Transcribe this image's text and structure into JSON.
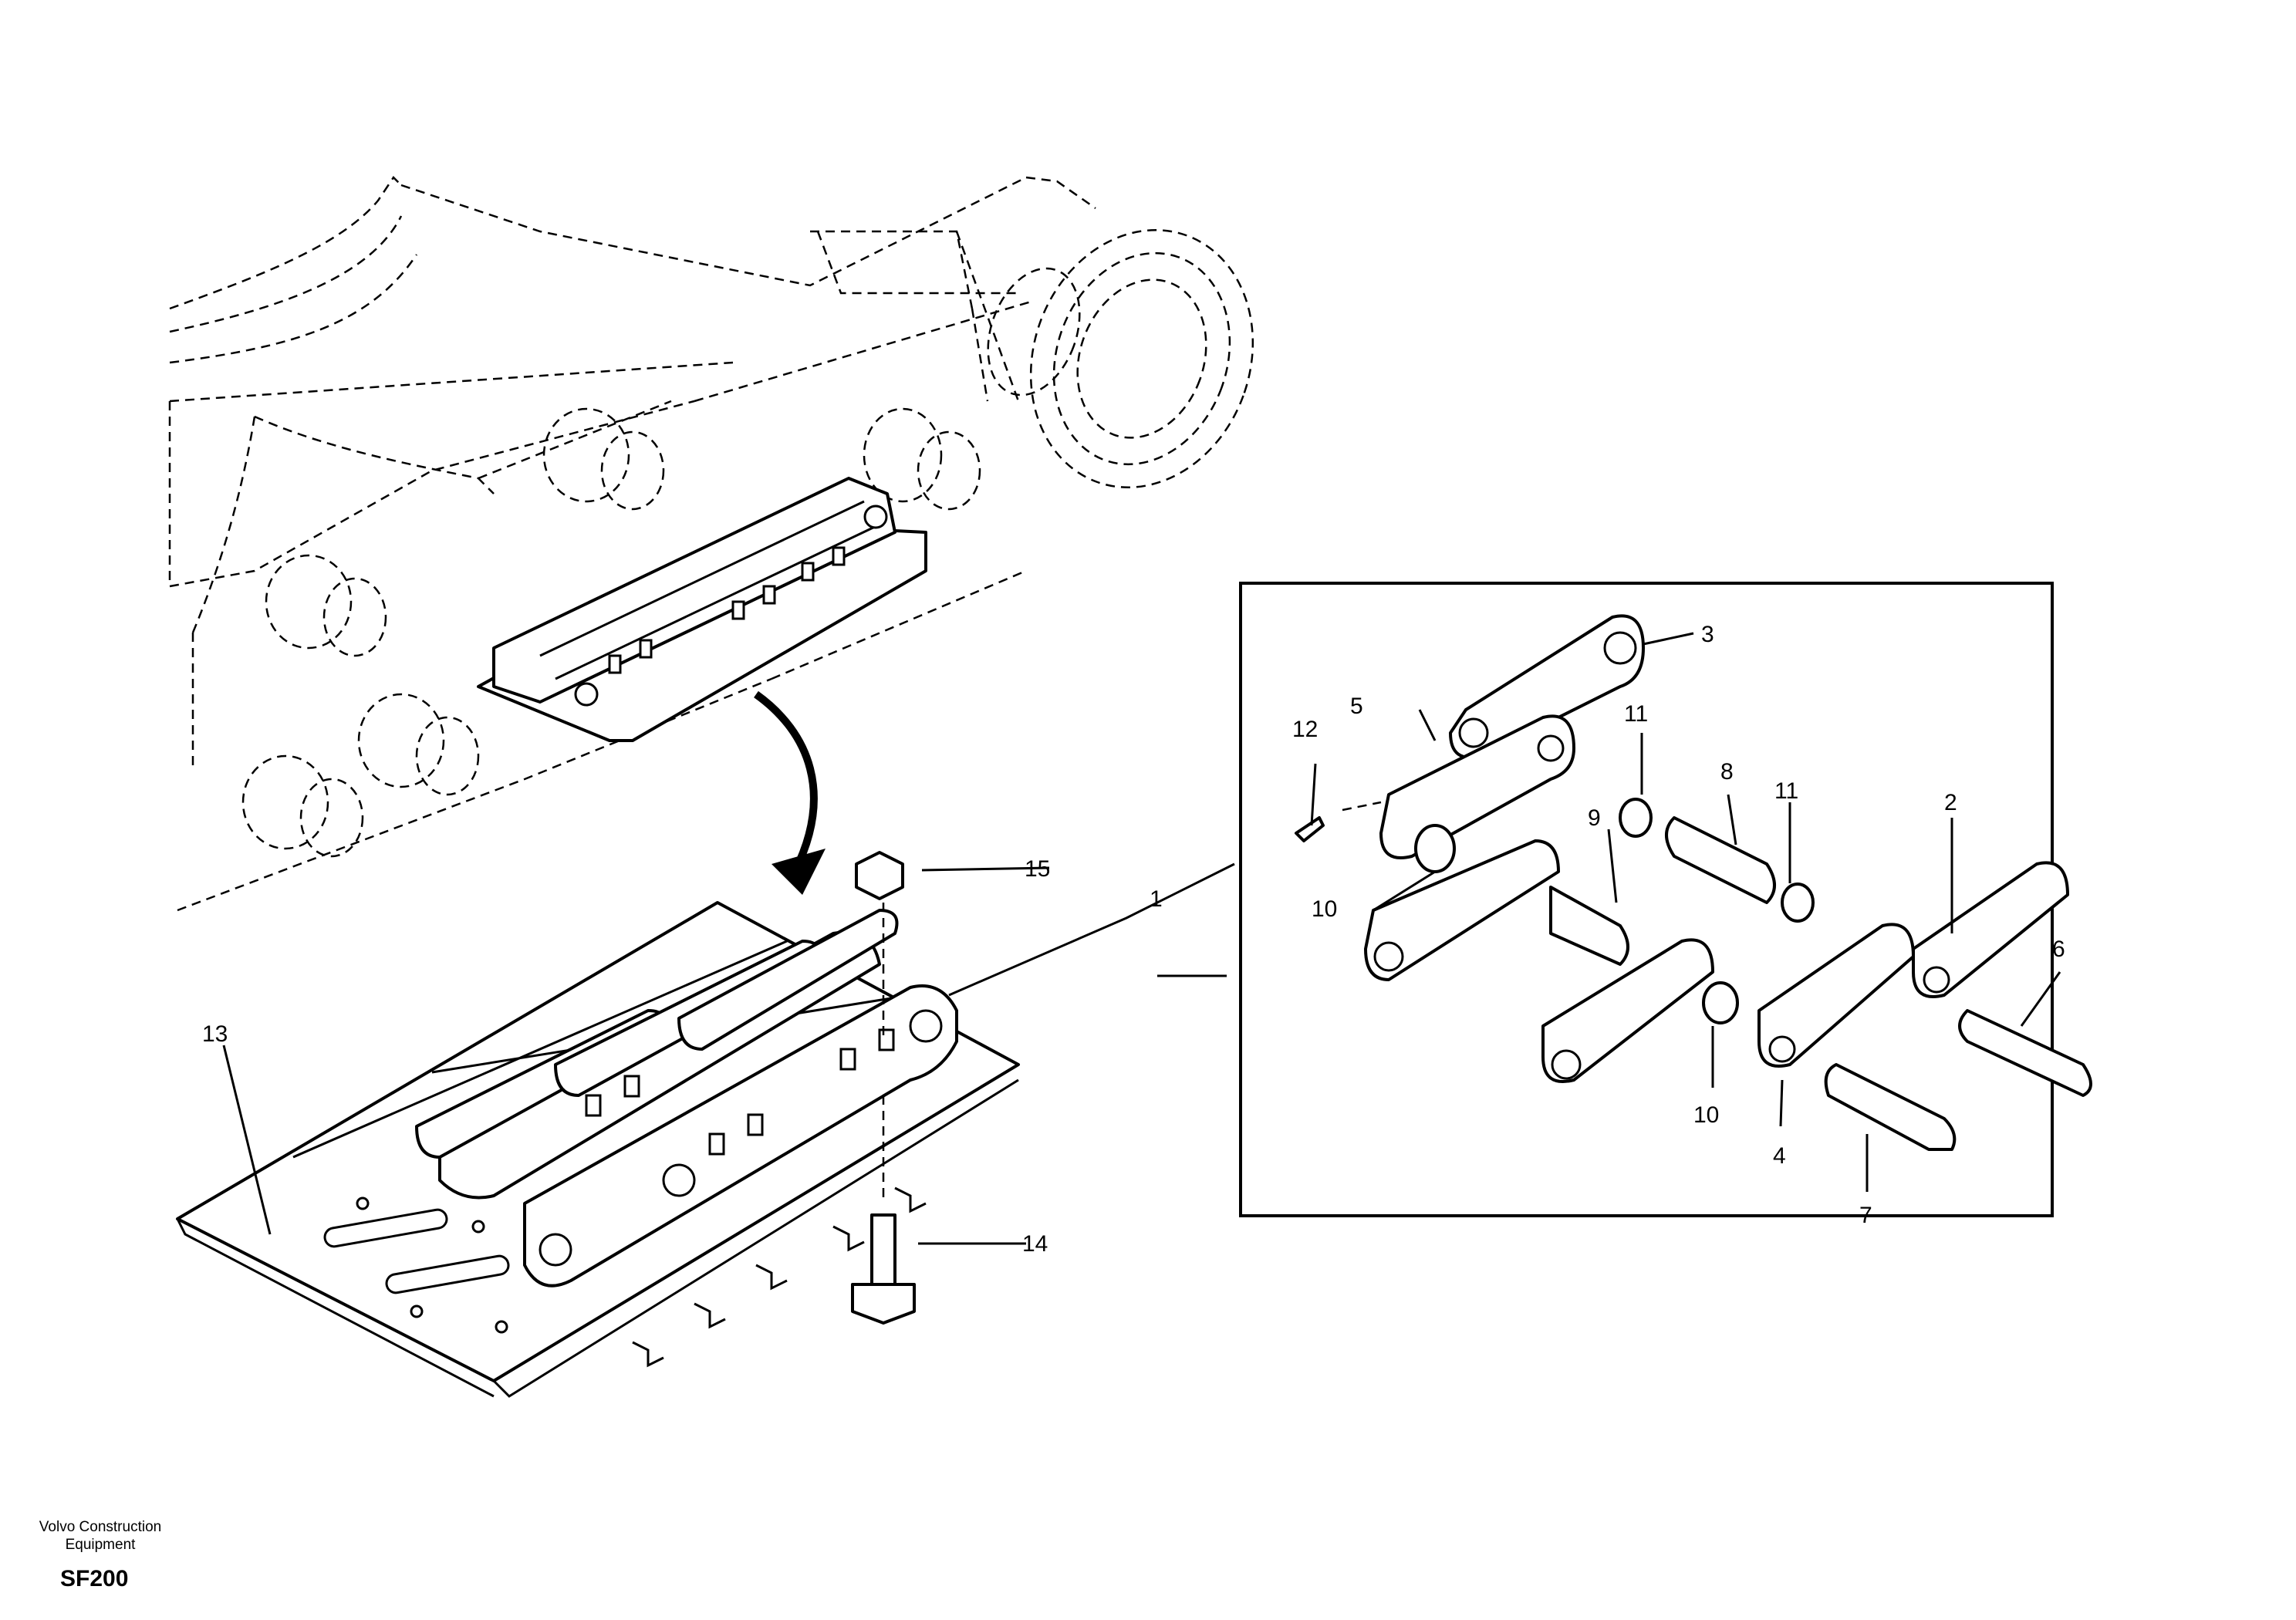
{
  "callouts": {
    "c1": "1",
    "c2": "2",
    "c3": "3",
    "c4": "4",
    "c5": "5",
    "c6": "6",
    "c7": "7",
    "c8": "8",
    "c9": "9",
    "c10a": "10",
    "c10b": "10",
    "c11a": "11",
    "c11b": "11",
    "c12": "12",
    "c13": "13",
    "c14": "14",
    "c15": "15"
  },
  "footer": {
    "brand": "Volvo Construction Equipment",
    "code": "SF200"
  }
}
